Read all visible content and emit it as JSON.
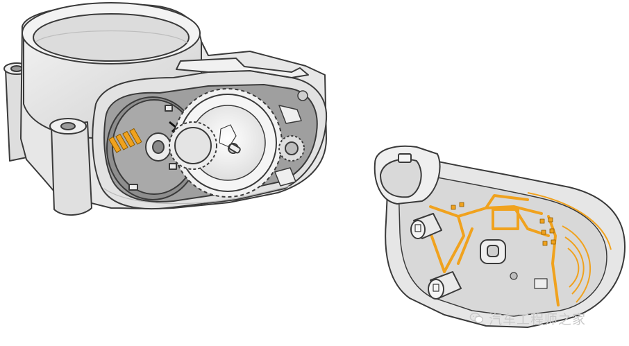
{
  "figure": {
    "left_part": "throttle-body",
    "right_part": "sensor-cover",
    "colors": {
      "outline": "#3a3a3a",
      "housing": "#e6e6e6",
      "housing_shade": "#cfcfcf",
      "cavity": "#9e9e9e",
      "gear": "#f4f4f4",
      "circuit": "#f0a21e"
    }
  },
  "watermark": {
    "icon": "wechat-icon",
    "text": "汽车工程师之家"
  }
}
